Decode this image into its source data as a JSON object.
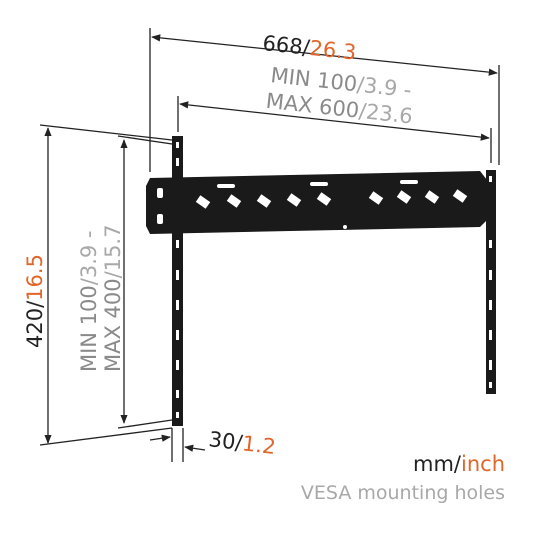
{
  "dimensions": {
    "width": {
      "mm": "668",
      "sep": "/",
      "inch": "26.3"
    },
    "vesa_horizontal": {
      "line1_dark": "MIN 100",
      "line1_light": "/3.9 -",
      "line2_dark": "MAX 600",
      "line2_light": "/23.6"
    },
    "height": {
      "mm": "420",
      "sep": "/",
      "inch": "16.5"
    },
    "vesa_vertical": {
      "line1_dark": "MIN 100",
      "line1_light": "/3.9 -",
      "line2_dark": "MAX 400",
      "line2_light": "/15.7"
    },
    "depth": {
      "mm": "30",
      "sep": "/",
      "inch": "1.2"
    }
  },
  "legend": {
    "units_mm": "mm",
    "units_sep": "/",
    "units_inch": "inch",
    "vesa_note": "VESA mounting holes"
  },
  "colors": {
    "accent": "#e0662a",
    "dark_text": "#222222",
    "grey_text": "#8a8a8a",
    "light_text": "#a8a8a8",
    "bracket": "#1a1a1a"
  }
}
